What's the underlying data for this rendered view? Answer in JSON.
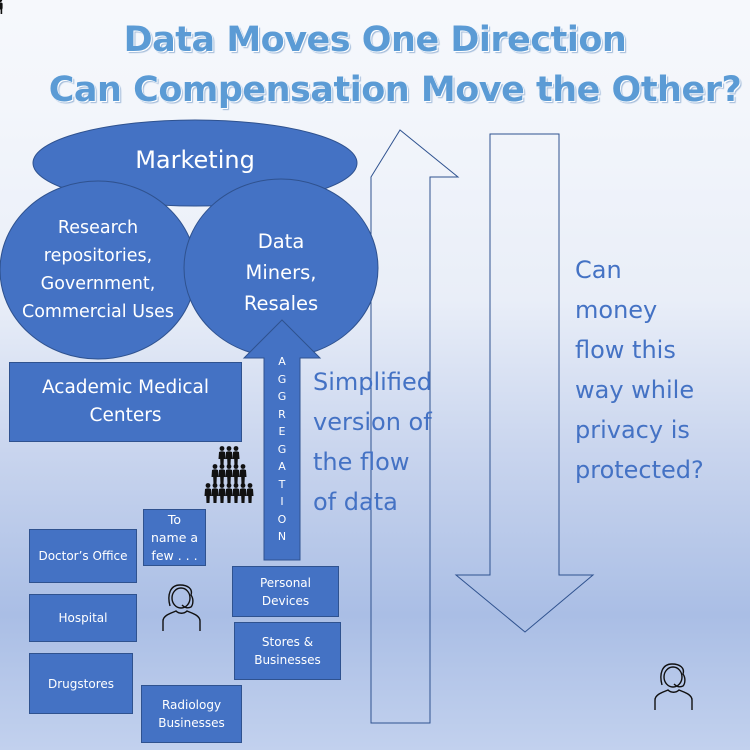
{
  "title": {
    "line1": "Data Moves One Direction",
    "line2": "Can Compensation Move the Other?"
  },
  "ellipses": {
    "marketing": "Marketing",
    "research": "Research repositories, Government, Commercial Uses",
    "data_miners": "Data Miners, Resales"
  },
  "boxes": {
    "academic": "Academic Medical Centers",
    "to_name_a_few": "To name a few . . .",
    "doctors_office": "Doctor’s Office",
    "hospital": "Hospital",
    "drugstores": "Drugstores",
    "radiology": "Radiology Businesses",
    "personal_devices": "Personal Devices",
    "stores": "Stores & Businesses"
  },
  "aggregation_letters": [
    "A",
    "G",
    "G",
    "R",
    "E",
    "G",
    "A",
    "T",
    "I",
    "O",
    "N"
  ],
  "annotations": {
    "simplified": "Simplified\nversion of\n the flow\nof data",
    "money_question": "Can\nmoney\nflow this\nway while\nprivacy is\nprotected?"
  },
  "icons": {
    "crowd": "people-group-icon",
    "person_left": "person-icon",
    "person_right": "person-icon"
  },
  "colors": {
    "shape_fill": "#4472c4",
    "shape_border": "#2f528f",
    "title": "#5b9bd5",
    "text_blue": "#4472c4",
    "arrow_outline": "#2f528f"
  }
}
